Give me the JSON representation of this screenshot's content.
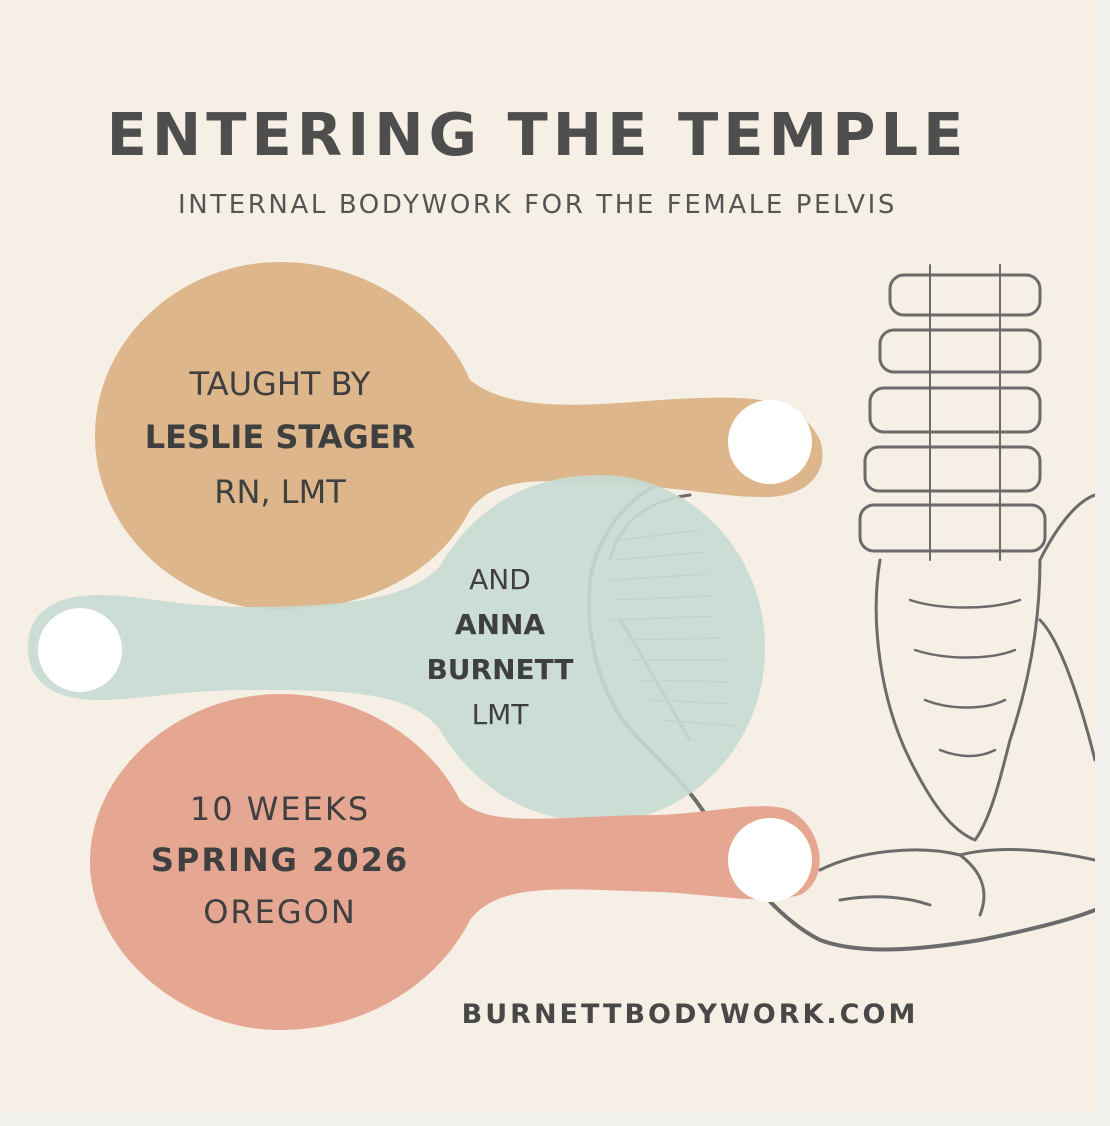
{
  "title": "ENTERING THE TEMPLE",
  "subtitle": "INTERNAL BODYWORK FOR THE FEMALE PELVIS",
  "instructor1": {
    "line1": "TAUGHT BY",
    "line2": "LESLIE STAGER",
    "line3": "RN, LMT"
  },
  "instructor2": {
    "line1": "AND",
    "line2": "ANNA",
    "line3": "BURNETT",
    "line4": "LMT"
  },
  "details": {
    "line1": "10 WEEKS",
    "line2": "SPRING 2026",
    "line3": "OREGON"
  },
  "website": "BURNETTBODYWORK.COM",
  "colors": {
    "background": "#f6efe5",
    "tan": "#ddb68c",
    "sage": "#c7dbd2",
    "coral": "#e5a792",
    "text": "#4e4e4e"
  }
}
